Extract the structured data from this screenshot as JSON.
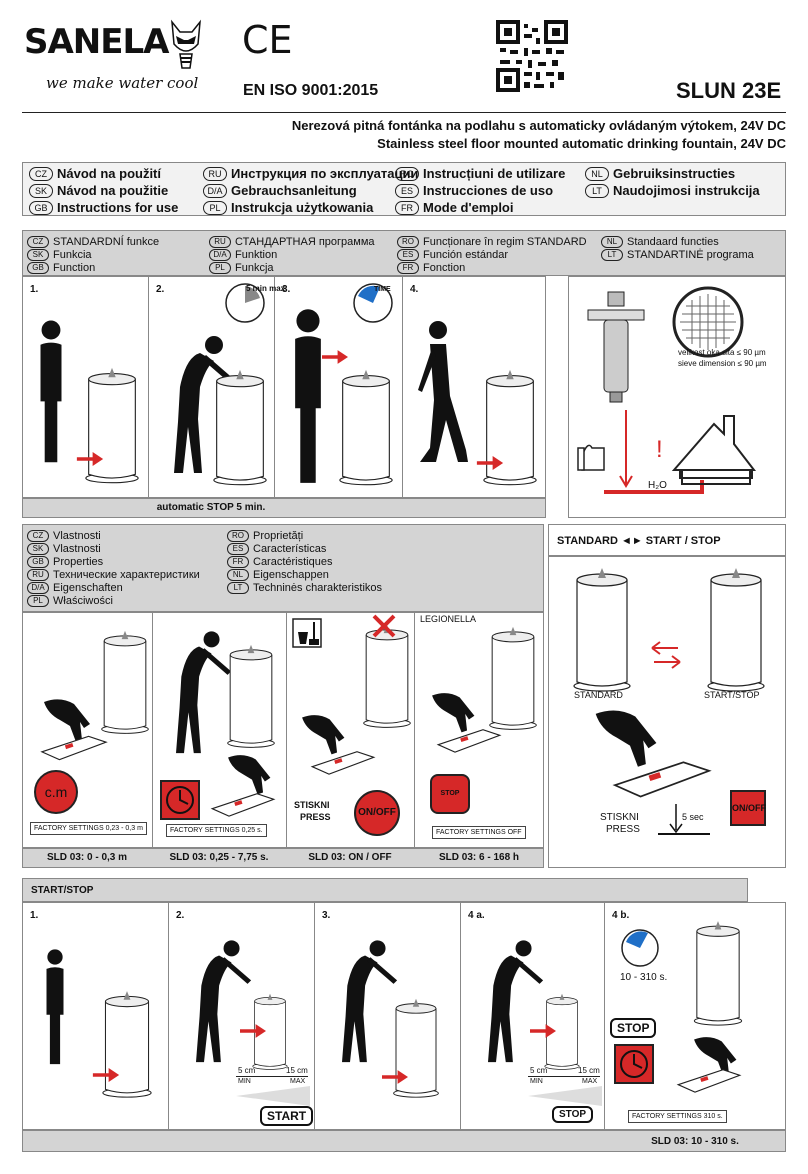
{
  "header": {
    "brand": "SANELA",
    "tagline": "we make water cool",
    "ce_mark": "CE",
    "iso": "EN ISO 9001:2015",
    "model": "SLUN 23E",
    "subtitle_cz": "Nerezová pitná fontánka na podlahu s automaticky ovládaným výtokem, 24V DC",
    "subtitle_en": "Stainless steel floor mounted automatic drinking fountain, 24V DC"
  },
  "languages": [
    {
      "code": "CZ",
      "text": "Návod na použití"
    },
    {
      "code": "RU",
      "text": "Инструкция по эксплуатации"
    },
    {
      "code": "RO",
      "text": "Instrucțiuni de utilizare"
    },
    {
      "code": "NL",
      "text": "Gebruiksinstructies"
    },
    {
      "code": "SK",
      "text": "Návod na použitie"
    },
    {
      "code": "D/A",
      "text": "Gebrauchsanleitung"
    },
    {
      "code": "ES",
      "text": "Instrucciones de uso"
    },
    {
      "code": "LT",
      "text": "Naudojimosi instrukcija"
    },
    {
      "code": "GB",
      "text": "Instructions for use"
    },
    {
      "code": "PL",
      "text": "Instrukcja użytkowania"
    },
    {
      "code": "FR",
      "text": "Mode d'emploi"
    }
  ],
  "standard_function": [
    {
      "code": "CZ",
      "text": "STANDARDNÍ funkce"
    },
    {
      "code": "RU",
      "text": "СТАНДАРТНАЯ программа"
    },
    {
      "code": "RO",
      "text": "Funcționare în regim STANDARD"
    },
    {
      "code": "NL",
      "text": "Standaard functies"
    },
    {
      "code": "SK",
      "text": "Funkcia"
    },
    {
      "code": "D/A",
      "text": "Funktion"
    },
    {
      "code": "ES",
      "text": "Función estándar"
    },
    {
      "code": "LT",
      "text": "STANDARTINĖ programa"
    },
    {
      "code": "GB",
      "text": "Function"
    },
    {
      "code": "PL",
      "text": "Funkcja"
    },
    {
      "code": "FR",
      "text": "Fonction"
    }
  ],
  "standard_steps": {
    "step1": "1.",
    "step2": "2.",
    "step3": "3.",
    "step4": "4.",
    "auto_stop": "automatic STOP 5 min.",
    "five_min": "5 min max.",
    "time": "TIME"
  },
  "filter": {
    "sieve_cz": "velikost oka sita ≤ 90 µm",
    "sieve_en": "sieve dimension ≤ 90 µm",
    "water": "H₂O",
    "warning": "!"
  },
  "properties": [
    {
      "code": "CZ",
      "text": "Vlastnosti"
    },
    {
      "code": "RO",
      "text": "Proprietăți"
    },
    {
      "code": "SK",
      "text": "Vlastnosti"
    },
    {
      "code": "ES",
      "text": "Características"
    },
    {
      "code": "GB",
      "text": "Properties"
    },
    {
      "code": "FR",
      "text": "Caractéristiques"
    },
    {
      "code": "RU",
      "text": "Технические характеристики"
    },
    {
      "code": "NL",
      "text": "Eigenschappen"
    },
    {
      "code": "D/A",
      "text": "Eigenschaften"
    },
    {
      "code": "LT",
      "text": "Techninės charakteristikos"
    },
    {
      "code": "PL",
      "text": "Właściwości"
    }
  ],
  "settings": {
    "legionella": "LEGIONELLA",
    "cm": "c.m",
    "press_cz": "STISKNI",
    "press_en": "PRESS",
    "on_off": "ON/OFF",
    "stop_small": "STOP",
    "fs1": "FACTORY SETTINGS 0,23 - 0,3 m",
    "fs2": "FACTORY SETTINGS 0,25 s.",
    "fs4": "FACTORY SETTINGS OFF",
    "sld1": "SLD 03: 0 - 0,3 m",
    "sld2": "SLD 03: 0,25 - 7,75 s.",
    "sld3": "SLD 03: ON / OFF",
    "sld4": "SLD 03: 6 - 168 h"
  },
  "standard_startstop": {
    "title": "STANDARD ◄► START / STOP",
    "standard": "STANDARD",
    "startstop": "START/STOP",
    "press_cz": "STISKNI",
    "press_en": "PRESS",
    "five_sec": "5 sec",
    "on_off": "ON/OFF"
  },
  "startstop": {
    "title": "START/STOP",
    "step1": "1.",
    "step2": "2.",
    "step3": "3.",
    "step4a": "4 a.",
    "step4b": "4 b.",
    "five_cm": "5 cm",
    "fifteen_cm": "15 cm",
    "min": "MIN",
    "max": "MAX",
    "start": "START",
    "stop": "STOP",
    "range": "10 - 310 s.",
    "fs": "FACTORY SETTINGS 310 s.",
    "sld": "SLD 03: 10 - 310 s."
  },
  "colors": {
    "accent_red": "#d62828",
    "bar_grey": "#d4d4d4"
  }
}
